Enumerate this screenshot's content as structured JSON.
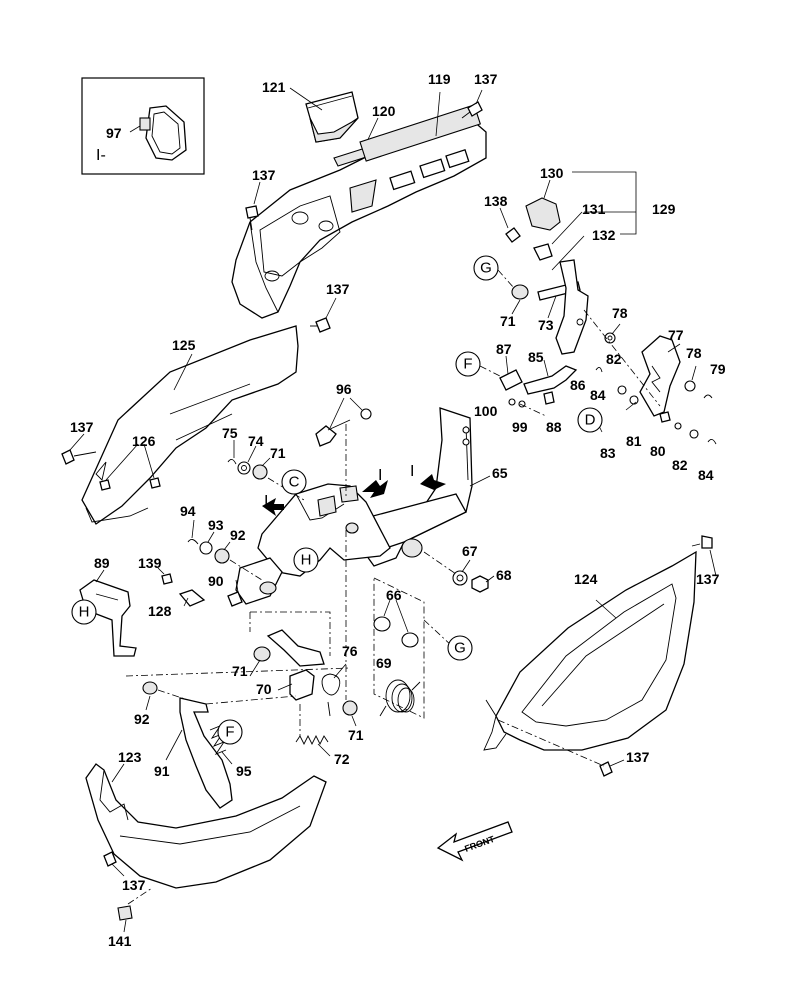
{
  "labels": {
    "l121": "121",
    "l119": "119",
    "l137a": "137",
    "l120": "120",
    "l97": "97",
    "lI1": "I-",
    "l137b": "137",
    "l137c": "137",
    "l125": "125",
    "l137d": "137",
    "l126": "126",
    "l130": "130",
    "l138": "138",
    "l131": "131",
    "l129": "129",
    "l132": "132",
    "l71a": "71",
    "l73": "73",
    "l78a": "78",
    "l77": "77",
    "l87": "87",
    "l85": "85",
    "l82a": "82",
    "l78b": "78",
    "l79": "79",
    "l86": "86",
    "l84a": "84",
    "l100": "100",
    "l99": "99",
    "l88": "88",
    "l96": "96",
    "l75": "75",
    "l74": "74",
    "l71b": "71",
    "l81": "81",
    "l80": "80",
    "l83": "83",
    "l82b": "82",
    "l84b": "84",
    "l65": "65",
    "l94": "94",
    "l93": "93",
    "l92a": "92",
    "l89": "89",
    "l139": "139",
    "l90": "90",
    "l128": "128",
    "l67": "67",
    "l68": "68",
    "l124": "124",
    "l137e": "137",
    "l66": "66",
    "l71c": "71",
    "l70": "70",
    "l76": "76",
    "l69": "69",
    "l92b": "92",
    "l71d": "71",
    "l91": "91",
    "l95": "95",
    "l72": "72",
    "l123": "123",
    "l137f": "137",
    "l137g": "137",
    "l141": "141"
  },
  "refs": {
    "G": "G",
    "F": "F",
    "D": "D",
    "C": "C",
    "H": "H",
    "I": "I"
  },
  "front_arrow": "FRONT"
}
